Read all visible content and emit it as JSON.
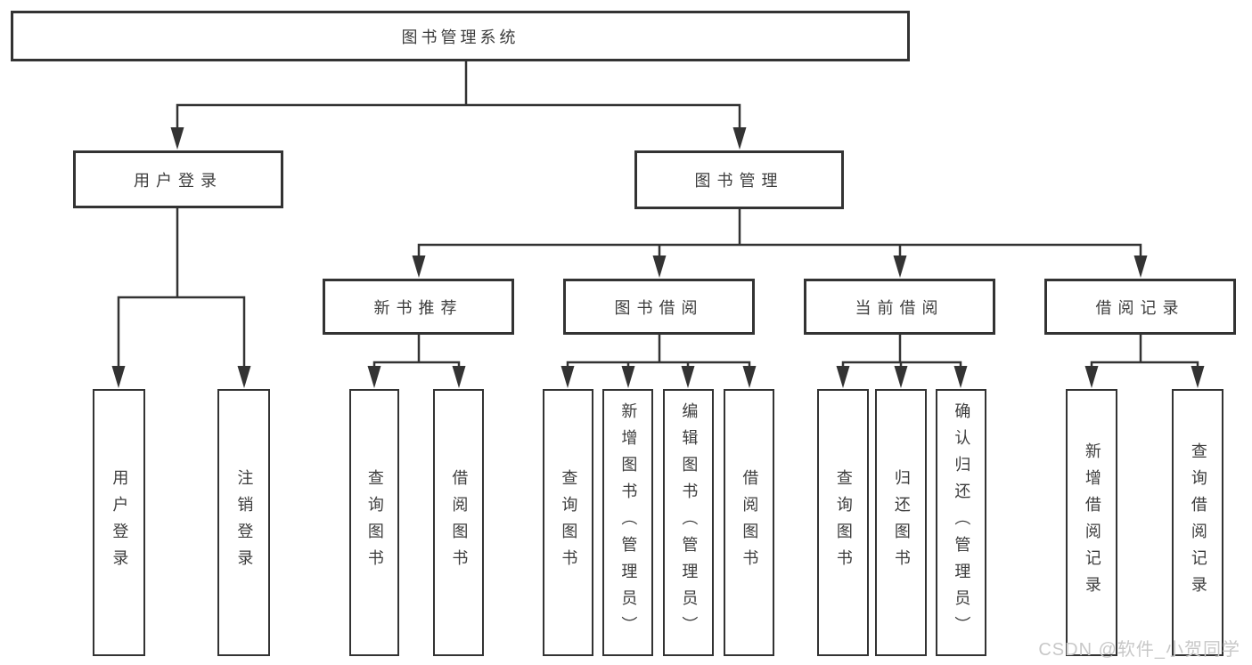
{
  "diagram": {
    "root": {
      "label": "图书管理系统"
    },
    "branches": [
      {
        "label": "用户登录",
        "children": [
          {
            "label": "用户登录"
          },
          {
            "label": "注销登录"
          }
        ]
      },
      {
        "label": "图书管理",
        "children": [
          {
            "label": "新书推荐",
            "children": [
              {
                "label": "查询图书"
              },
              {
                "label": "借阅图书"
              }
            ]
          },
          {
            "label": "图书借阅",
            "children": [
              {
                "label": "查询图书"
              },
              {
                "label": "新增图书（管理员）"
              },
              {
                "label": "编辑图书（管理员）"
              },
              {
                "label": "借阅图书"
              }
            ]
          },
          {
            "label": "当前借阅",
            "children": [
              {
                "label": "查询图书"
              },
              {
                "label": "归还图书"
              },
              {
                "label": "确认归还（管理员）"
              }
            ]
          },
          {
            "label": "借阅记录",
            "children": [
              {
                "label": "新增借阅记录"
              },
              {
                "label": "查询借阅记录"
              }
            ]
          }
        ]
      }
    ]
  },
  "watermark": {
    "text": "CSDN @软件_小贺同学"
  },
  "colors": {
    "line": "#333333",
    "text": "#3d3d3d",
    "watermark": "#c8c8c8",
    "background": "#ffffff"
  }
}
